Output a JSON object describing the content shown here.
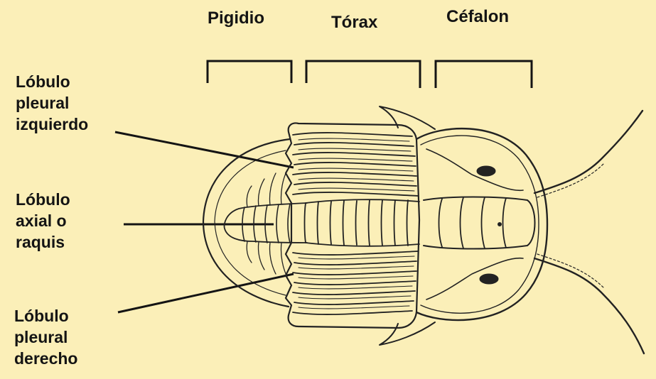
{
  "sections": {
    "pygidium": "Pigidio",
    "thorax": "Tórax",
    "cephalon": "Céfalon"
  },
  "labels": {
    "left_pleural": [
      "Lóbulo",
      "pleural",
      "izquierdo"
    ],
    "axial": [
      "Lóbulo",
      "axial o",
      "raquis"
    ],
    "right_pleural": [
      "Lóbulo",
      "pleural",
      "derecho"
    ]
  },
  "colors": {
    "background": "#fbefb8",
    "ink": "#141414"
  }
}
